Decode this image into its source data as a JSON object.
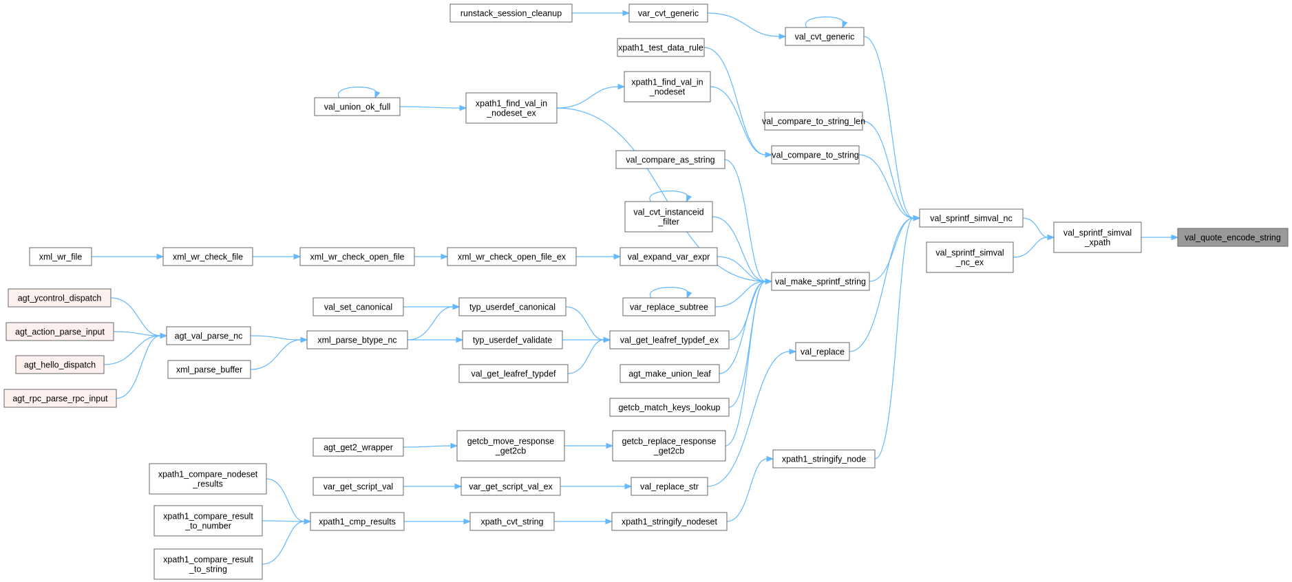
{
  "colors": {
    "edge": "#63b8ff",
    "node_fill": "#ffffff",
    "node_border": "#666666",
    "root_fill": "#999999",
    "truncated_fill": "#fff0f0",
    "truncated_border": "#ff0000"
  },
  "nodes": {
    "root": [
      "val_quote_encode_string"
    ],
    "n1": [
      "val_sprintf_simval",
      "_xpath"
    ],
    "n2": [
      "val_sprintf_simval_nc"
    ],
    "n3": [
      "val_sprintf_simval",
      "_nc_ex"
    ],
    "n4": [
      "val_cvt_generic"
    ],
    "n5": [
      "var_cvt_generic"
    ],
    "n6": [
      "runstack_session_cleanup"
    ],
    "n7": [
      "val_compare_to_string_len"
    ],
    "n8": [
      "val_compare_to_string"
    ],
    "n9": [
      "xpath1_test_data_rule"
    ],
    "n10": [
      "xpath1_find_val_in",
      "_nodeset"
    ],
    "n11": [
      "xpath1_find_val_in",
      "_nodeset_ex"
    ],
    "n12": [
      "val_union_ok_full"
    ],
    "n13": [
      "val_make_sprintf_string"
    ],
    "n14": [
      "val_compare_as_string"
    ],
    "n15": [
      "val_cvt_instanceid",
      "_filter"
    ],
    "n16": [
      "val_expand_var_expr"
    ],
    "n17": [
      "xml_wr_check_open_file_ex"
    ],
    "n18": [
      "xml_wr_check_open_file"
    ],
    "n19": [
      "xml_wr_check_file"
    ],
    "n20": [
      "xml_wr_file"
    ],
    "n21": [
      "var_replace_subtree"
    ],
    "n22": [
      "val_get_leafref_typdef_ex"
    ],
    "n23": [
      "typ_userdef_canonical"
    ],
    "n24": [
      "val_set_canonical"
    ],
    "n25": [
      "xml_parse_btype_nc"
    ],
    "n26": [
      "agt_val_parse_nc"
    ],
    "n27": [
      "agt_ycontrol_dispatch"
    ],
    "n28": [
      "agt_action_parse_input"
    ],
    "n29": [
      "agt_hello_dispatch"
    ],
    "n30": [
      "agt_rpc_parse_rpc_input"
    ],
    "n31": [
      "xml_parse_buffer"
    ],
    "n32": [
      "typ_userdef_validate"
    ],
    "n33": [
      "val_get_leafref_typdef"
    ],
    "n34": [
      "agt_make_union_leaf"
    ],
    "n35": [
      "getcb_match_keys_lookup"
    ],
    "n36": [
      "getcb_replace_response",
      "_get2cb"
    ],
    "n37": [
      "getcb_move_response",
      "_get2cb"
    ],
    "n38": [
      "agt_get2_wrapper"
    ],
    "n39": [
      "val_replace"
    ],
    "n40": [
      "val_replace_str"
    ],
    "n41": [
      "var_get_script_val_ex"
    ],
    "n42": [
      "var_get_script_val"
    ],
    "n43": [
      "xpath1_stringify_node"
    ],
    "n44": [
      "xpath1_stringify_nodeset"
    ],
    "n45": [
      "xpath_cvt_string"
    ],
    "n46": [
      "xpath1_cmp_results"
    ],
    "n47": [
      "xpath1_compare_nodeset",
      "_results"
    ],
    "n48": [
      "xpath1_compare_result",
      "_to_number"
    ],
    "n49": [
      "xpath1_compare_result",
      "_to_string"
    ]
  },
  "node_kinds": {
    "root": "selected",
    "n27": "truncated",
    "n28": "truncated",
    "n29": "truncated",
    "n30": "truncated"
  },
  "edges": [
    [
      "n6",
      "n5"
    ],
    [
      "n5",
      "n4"
    ],
    [
      "n4",
      "n4"
    ],
    [
      "n4",
      "n2"
    ],
    [
      "n7",
      "n2"
    ],
    [
      "n8",
      "n2"
    ],
    [
      "n9",
      "n8"
    ],
    [
      "n10",
      "n8"
    ],
    [
      "n11",
      "n10"
    ],
    [
      "n12",
      "n11"
    ],
    [
      "n12",
      "n12"
    ],
    [
      "n11",
      "n13"
    ],
    [
      "n14",
      "n13"
    ],
    [
      "n15",
      "n15"
    ],
    [
      "n15",
      "n13"
    ],
    [
      "n16",
      "n13"
    ],
    [
      "n17",
      "n16"
    ],
    [
      "n18",
      "n17"
    ],
    [
      "n19",
      "n18"
    ],
    [
      "n20",
      "n19"
    ],
    [
      "n21",
      "n21"
    ],
    [
      "n21",
      "n13"
    ],
    [
      "n22",
      "n13"
    ],
    [
      "n23",
      "n22"
    ],
    [
      "n24",
      "n23"
    ],
    [
      "n25",
      "n23"
    ],
    [
      "n26",
      "n25"
    ],
    [
      "n27",
      "n26"
    ],
    [
      "n28",
      "n26"
    ],
    [
      "n29",
      "n26"
    ],
    [
      "n30",
      "n26"
    ],
    [
      "n31",
      "n25"
    ],
    [
      "n25",
      "n32"
    ],
    [
      "n32",
      "n22"
    ],
    [
      "n33",
      "n22"
    ],
    [
      "n34",
      "n13"
    ],
    [
      "n35",
      "n13"
    ],
    [
      "n36",
      "n13"
    ],
    [
      "n37",
      "n36"
    ],
    [
      "n38",
      "n37"
    ],
    [
      "n13",
      "n2"
    ],
    [
      "n39",
      "n2"
    ],
    [
      "n40",
      "n39"
    ],
    [
      "n41",
      "n40"
    ],
    [
      "n42",
      "n41"
    ],
    [
      "n43",
      "n2"
    ],
    [
      "n44",
      "n43"
    ],
    [
      "n45",
      "n44"
    ],
    [
      "n46",
      "n45"
    ],
    [
      "n47",
      "n46"
    ],
    [
      "n48",
      "n46"
    ],
    [
      "n49",
      "n46"
    ],
    [
      "n2",
      "n1"
    ],
    [
      "n3",
      "n1"
    ],
    [
      "n1",
      "root"
    ]
  ]
}
